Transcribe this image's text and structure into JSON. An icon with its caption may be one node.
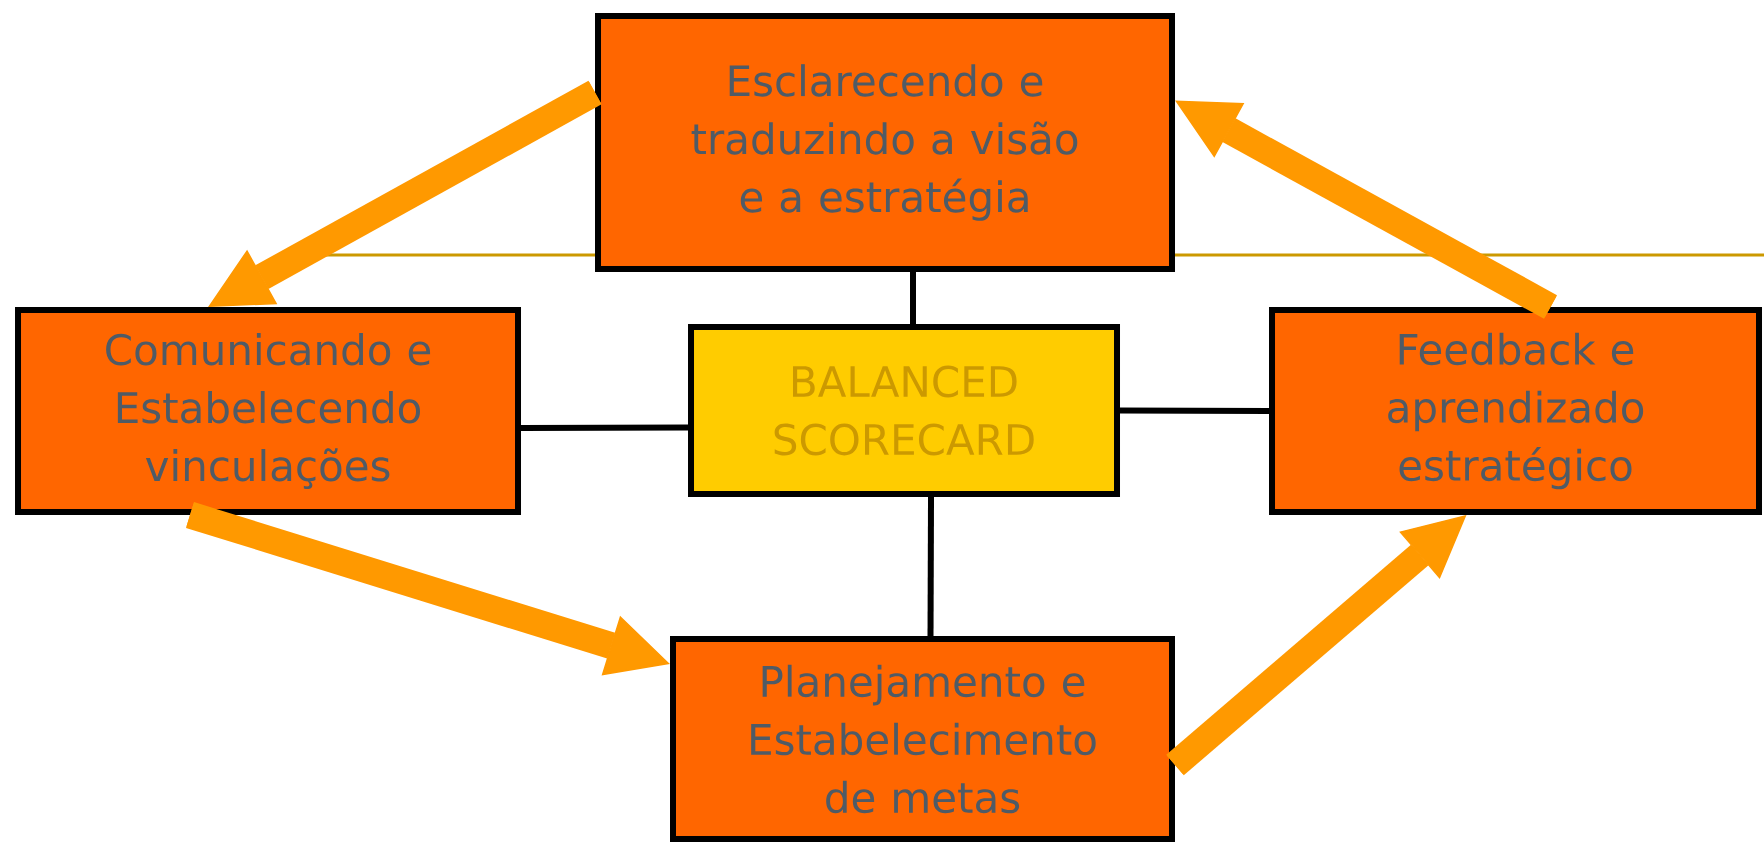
{
  "diagram": {
    "nodes": [
      {
        "text": [
          "Esclarecendo e traduzindo a visão e a estratégia"
        ]
      },
      {
        "text": [
          "Comunicando e Estabelecendo vinculações"
        ]
      },
      {
        "text": [
          "BALANCED SCORECARD"
        ]
      },
      {
        "text": [
          "Feedback e aprendizado estratégico"
        ]
      },
      {
        "text": [
          "Planejamento e Estabelecimento de metas"
        ]
      }
    ],
    "edges": [
      {
        "from": 0,
        "to": 2,
        "arrow": "none"
      },
      {
        "from": 1,
        "to": 2,
        "arrow": "none"
      },
      {
        "from": 2,
        "to": 3,
        "arrow": "none"
      },
      {
        "from": 2,
        "to": 4,
        "arrow": "none"
      },
      {
        "from": 0,
        "to": 1,
        "arrow": "to",
        "style": "thick",
        "color": "#ff9900"
      },
      {
        "from": 1,
        "to": 4,
        "arrow": "to",
        "style": "thick",
        "color": "#ff9900"
      },
      {
        "from": 4,
        "to": 3,
        "arrow": "to",
        "style": "thick",
        "color": "#ff9900"
      },
      {
        "from": 3,
        "to": 0,
        "arrow": "to",
        "style": "thick",
        "color": "#ff9900"
      }
    ]
  }
}
